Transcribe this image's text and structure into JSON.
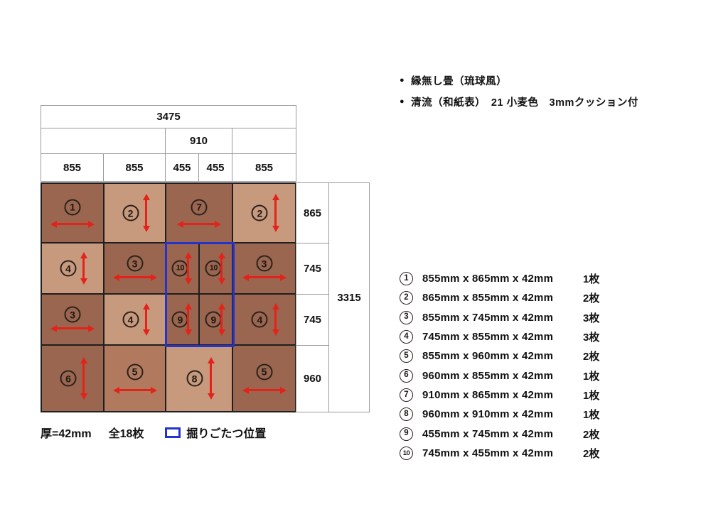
{
  "bullet_icon": "●",
  "notes": [
    "縁無し畳（琉球風）",
    "清流（和紙表）　21 小麦色　3mmクッション付"
  ],
  "diagram": {
    "total_width": "3475",
    "middle_width": "910",
    "column_widths": [
      "855",
      "855",
      "455",
      "455",
      "855"
    ],
    "row_heights": [
      "865",
      "745",
      "745",
      "960"
    ],
    "total_height": "3315",
    "cells": [
      {
        "num": "1",
        "row": 0,
        "col": 0,
        "span": 1,
        "shade": "dark",
        "arrow": "h"
      },
      {
        "num": "2",
        "row": 0,
        "col": 1,
        "span": 1,
        "shade": "light",
        "arrow": "v"
      },
      {
        "num": "7",
        "row": 0,
        "col": 2,
        "span": 2,
        "shade": "dark",
        "arrow": "h"
      },
      {
        "num": "2",
        "row": 0,
        "col": 4,
        "span": 1,
        "shade": "light",
        "arrow": "v"
      },
      {
        "num": "4",
        "row": 1,
        "col": 0,
        "span": 1,
        "shade": "light",
        "arrow": "v"
      },
      {
        "num": "3",
        "row": 1,
        "col": 1,
        "span": 1,
        "shade": "dark",
        "arrow": "h"
      },
      {
        "num": "10",
        "row": 1,
        "col": 2,
        "span": 1,
        "shade": "dark",
        "arrow": "v"
      },
      {
        "num": "10",
        "row": 1,
        "col": 3,
        "span": 1,
        "shade": "dark",
        "arrow": "v"
      },
      {
        "num": "3",
        "row": 1,
        "col": 4,
        "span": 1,
        "shade": "dark",
        "arrow": "h"
      },
      {
        "num": "3",
        "row": 2,
        "col": 0,
        "span": 1,
        "shade": "dark",
        "arrow": "h"
      },
      {
        "num": "4",
        "row": 2,
        "col": 1,
        "span": 1,
        "shade": "light",
        "arrow": "v"
      },
      {
        "num": "9",
        "row": 2,
        "col": 2,
        "span": 1,
        "shade": "dark",
        "arrow": "v"
      },
      {
        "num": "9",
        "row": 2,
        "col": 3,
        "span": 1,
        "shade": "dark",
        "arrow": "v"
      },
      {
        "num": "4",
        "row": 2,
        "col": 4,
        "span": 1,
        "shade": "dark",
        "arrow": "v"
      },
      {
        "num": "6",
        "row": 3,
        "col": 0,
        "span": 1,
        "shade": "dark",
        "arrow": "v"
      },
      {
        "num": "5",
        "row": 3,
        "col": 1,
        "span": 1,
        "shade": "medium",
        "arrow": "h"
      },
      {
        "num": "8",
        "row": 3,
        "col": 2,
        "span": 2,
        "shade": "light",
        "arrow": "v"
      },
      {
        "num": "5",
        "row": 3,
        "col": 4,
        "span": 1,
        "shade": "dark",
        "arrow": "h"
      }
    ],
    "kotatsu_location": {
      "rows": "2-3",
      "cols": "3-4"
    }
  },
  "legend": {
    "thickness": "厚=42mm",
    "total_count": "全18枚",
    "kotatsu": "掘りごたつ位置"
  },
  "spec_list": [
    {
      "num": "1",
      "dims": "855mm x 865mm x 42mm",
      "count": "1枚"
    },
    {
      "num": "2",
      "dims": "865mm x 855mm x 42mm",
      "count": "2枚"
    },
    {
      "num": "3",
      "dims": "855mm x 745mm x 42mm",
      "count": "3枚"
    },
    {
      "num": "4",
      "dims": "745mm x 855mm x 42mm",
      "count": "3枚"
    },
    {
      "num": "5",
      "dims": "855mm x 960mm x 42mm",
      "count": "2枚"
    },
    {
      "num": "6",
      "dims": "960mm x 855mm x 42mm",
      "count": "1枚"
    },
    {
      "num": "7",
      "dims": "910mm x 865mm x 42mm",
      "count": "1枚"
    },
    {
      "num": "8",
      "dims": "960mm x 910mm x 42mm",
      "count": "1枚"
    },
    {
      "num": "9",
      "dims": "455mm x 745mm x 42mm",
      "count": "2枚"
    },
    {
      "num": "10",
      "dims": "745mm x 455mm x 42mm",
      "count": "2枚"
    }
  ],
  "colors": {
    "tatami_dark": "#9a6650",
    "tatami_light": "#c89a7d",
    "tatami_medium": "#b17a5e",
    "arrow_red": "#e3231a",
    "kotatsu_blue": "#2433cf"
  }
}
